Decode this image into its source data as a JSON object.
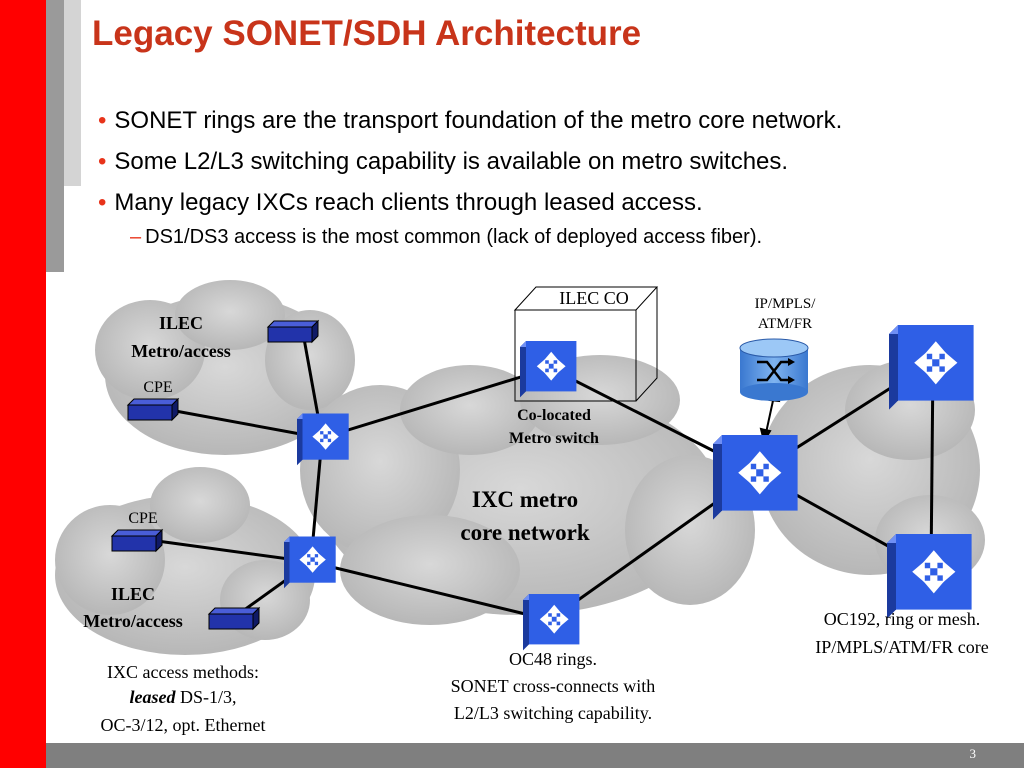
{
  "slide": {
    "title": "Legacy SONET/SDH Architecture",
    "bullets": [
      "SONET rings are the transport foundation of the metro core network.",
      "Some L2/L3 switching capability is available on metro switches.",
      "Many legacy IXCs reach clients through leased access."
    ],
    "sub_bullet": "DS1/DS3 access is the most common (lack of deployed access fiber).",
    "page_number": "3"
  },
  "diagram": {
    "ilec_co": "ILEC CO",
    "ip_mpls_line1": "IP/MPLS/",
    "ip_mpls_line2": "ATM/FR",
    "top_ilec_line1": "ILEC",
    "top_ilec_line2": "Metro/access",
    "top_cpe": "CPE",
    "co_located_line1": "Co-located",
    "co_located_line2": "Metro switch",
    "core_line1": "IXC metro",
    "core_line2": "core network",
    "bottom_cpe": "CPE",
    "bottom_ilec_line1": "ILEC",
    "bottom_ilec_line2": "Metro/access",
    "access_line1": "IXC access methods:",
    "access_leased": "leased",
    "access_line2_rest": " DS-1/3,",
    "access_line3": "OC-3/12, opt. Ethernet",
    "oc48_line1": "OC48 rings.",
    "oc48_line2": "SONET cross-connects with",
    "oc48_line3": "L2/L3 switching capability.",
    "oc192_line1": "OC192, ring or mesh.",
    "oc192_line2": "IP/MPLS/ATM/FR core"
  },
  "colors": {
    "title": "#c8341a",
    "bullet_marker": "#e8331a",
    "side_bar": "#ff0000",
    "switch_blue": "#2f5fe6",
    "cpe_blue": "#2233aa",
    "cloud_gray": "#c4c4c4"
  }
}
